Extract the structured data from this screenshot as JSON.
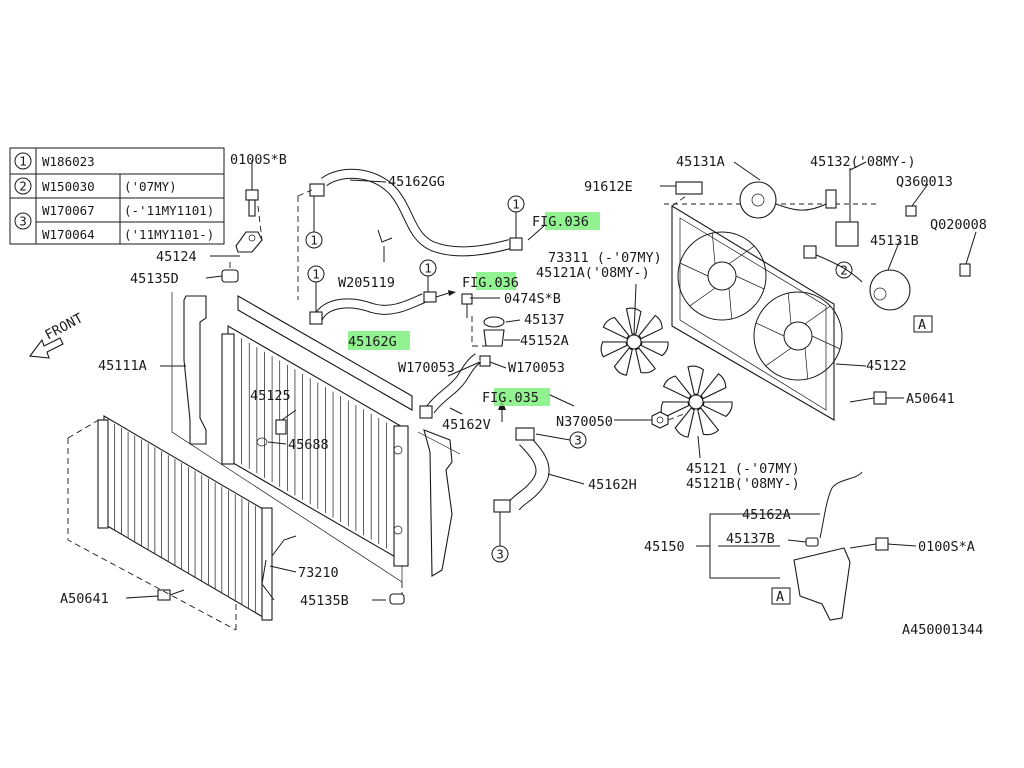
{
  "legend_table": {
    "rows": [
      {
        "num": "1",
        "lines": [
          {
            "code": "W186023",
            "note": ""
          }
        ]
      },
      {
        "num": "2",
        "lines": [
          {
            "code": "W150030",
            "note": "('07MY)"
          }
        ]
      },
      {
        "num": "3",
        "lines": [
          {
            "code": "W170067",
            "note": "(-'11MY1101)"
          },
          {
            "code": "W170064",
            "note": "('11MY1101-)"
          }
        ]
      }
    ]
  },
  "labels": {
    "p0100S_B": "0100S*B",
    "p45162GG": "45162GG",
    "p45124": "45124",
    "p45135D": "45135D",
    "pW205119": "W205119",
    "p0474S_B": "0474S*B",
    "p45137": "45137",
    "p45152A": "45152A",
    "pW170053a": "W170053",
    "pW170053b": "W170053",
    "p45111A": "45111A",
    "p45125": "45125",
    "p45688": "45688",
    "p45162V": "45162V",
    "pN370050": "N370050",
    "p45162H": "45162H",
    "p73210": "73210",
    "pA50641a": "A50641",
    "pA50641b": "A50641",
    "p45135B": "45135B",
    "p45131A": "45131A",
    "p45132": "45132('08MY-)",
    "p91612E": "91612E",
    "pQ360013": "Q360013",
    "pQ020008": "Q020008",
    "p45131B": "45131B",
    "p73311": "73311 (-'07MY)",
    "p45121A": "45121A('08MY-)",
    "p45122": "45122",
    "p45121": "45121 (-'07MY)",
    "p45121B": "45121B('08MY-)",
    "p45162A": "45162A",
    "p45150": "45150",
    "p45137B": "45137B",
    "p0100S_A": "0100S*A",
    "ref_a1": "A",
    "ref_a2": "A",
    "front": "FRONT",
    "diagram_id": "A450001344"
  },
  "highlighted": {
    "fig036_top": "FIG.036",
    "fig036_mid": "FIG.036",
    "p45162G": "45162G",
    "fig035": "FIG.035"
  },
  "callouts": {
    "c1a": "1",
    "c1b": "1",
    "c1c": "1",
    "c1d": "1",
    "c2": "2",
    "c3a": "3",
    "c3b": "3"
  }
}
